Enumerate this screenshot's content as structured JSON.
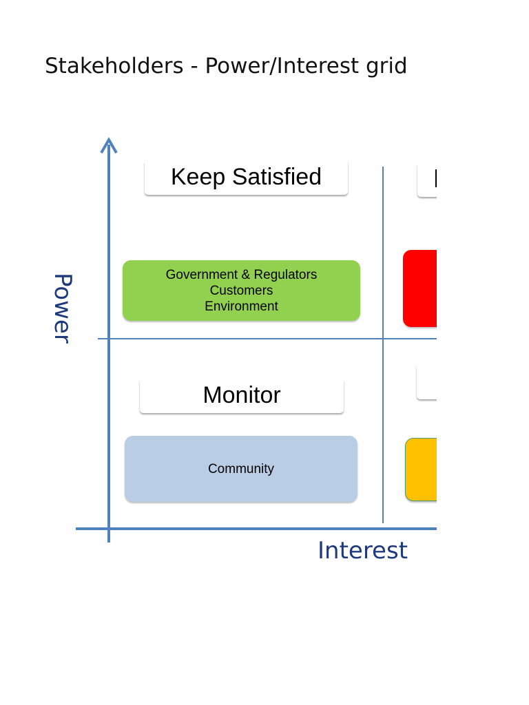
{
  "title": "Stakeholders - Power/Interest grid",
  "axes": {
    "y_label": "Power",
    "x_label": "Interest",
    "color": "#4f81bd",
    "label_color": "#1f3a7a"
  },
  "quadrants": {
    "top_left": {
      "label": "Keep Satisfied",
      "stakeholders": [
        "Government & Regulators",
        "Customers",
        "Environment"
      ],
      "color": "#92d050"
    },
    "top_right": {
      "label": "",
      "stakeholders": [],
      "color": "#ff0000"
    },
    "bottom_left": {
      "label": "Monitor",
      "stakeholders": [
        "Community"
      ],
      "color": "#b9cde5"
    },
    "bottom_right": {
      "label": "",
      "stakeholders": [],
      "color": "#ffc000"
    }
  }
}
